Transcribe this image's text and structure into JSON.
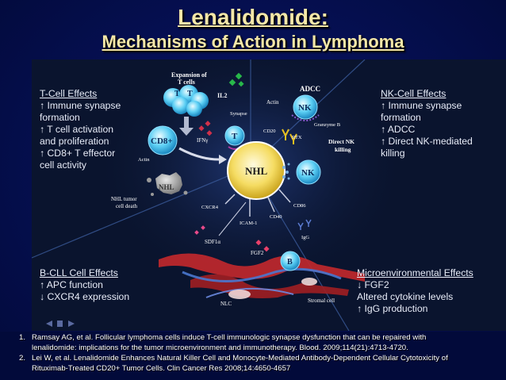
{
  "title": "Lenalidomide:",
  "subtitle": "Mechanisms of Action in Lymphoma",
  "t_cell_effects": {
    "heading": "T-Cell Effects",
    "lines": [
      "↑ Immune synapse",
      "formation",
      "↑ T cell activation",
      "and proliferation",
      "↑ CD8+ T effector",
      "cell activity"
    ]
  },
  "nk_cell_effects": {
    "heading": "NK-Cell Effects",
    "lines": [
      "↑ Immune synapse",
      "formation",
      "↑ ADCC",
      "↑ Direct NK-mediated",
      "killing"
    ]
  },
  "b_cll_effects": {
    "heading": "B-CLL Cell Effects",
    "lines": [
      "↑ APC function",
      "↓ CXCR4 expression"
    ]
  },
  "micro_effects": {
    "heading": "Microenvironmental Effects",
    "lines": [
      "↓ FGF2",
      "Altered cytokine levels",
      "↑ IgG production"
    ]
  },
  "diagram_labels": {
    "expansion": "Expansion of",
    "t_cells": "T cells",
    "t": "T",
    "il2": "IL2",
    "adcc": "ADCC",
    "actin_top": "Actin",
    "nk": "NK",
    "granzyme": "Granzyme B",
    "synapse": "Synapse",
    "ifn": "IFNγ",
    "cd8": "CD8+",
    "cd20": "CD20",
    "rtx": "RTX",
    "direct_nk": "Direct NK",
    "killing": "killing",
    "actin_left": "Actin",
    "nhl": "NHL",
    "nhl_death_1": "NHL tumor",
    "nhl_death_2": "cell death",
    "cxcr4": "CXCR4",
    "icam": "ICAM-1",
    "cd40": "CD40",
    "cd86": "CD86",
    "igg": "IgG",
    "sdf": "SDF1α",
    "fgf2": "FGF2",
    "b": "B",
    "nlc": "NLC",
    "stromal": "Stromal cell"
  },
  "references": [
    {
      "num": "1.",
      "lines": [
        "Ramsay AG, et al. Follicular lymphoma cells induce T-cell immunologic synapse dysfunction that can be repaired with",
        "lenalidomide: implications for the tumor microenvironment and immunotherapy. Blood. 2009;114(21):4713-4720."
      ]
    },
    {
      "num": "2.",
      "lines": [
        "Lei W, et al. Lenalidomide Enhances Natural Killer Cell and Monocyte-Mediated Antibody-Dependent Cellular Cytotoxicity of",
        "Rituximab-Treated CD20+ Tumor Cells. Clin Cancer Res 2008;14:4650-4657"
      ]
    }
  ],
  "colors": {
    "title": "#f4e7a8",
    "panel": "#0a142e",
    "cell_blue": "#2ab0e8",
    "nhl_cell": "#f4d44a",
    "stroma_red": "#c0282c"
  }
}
